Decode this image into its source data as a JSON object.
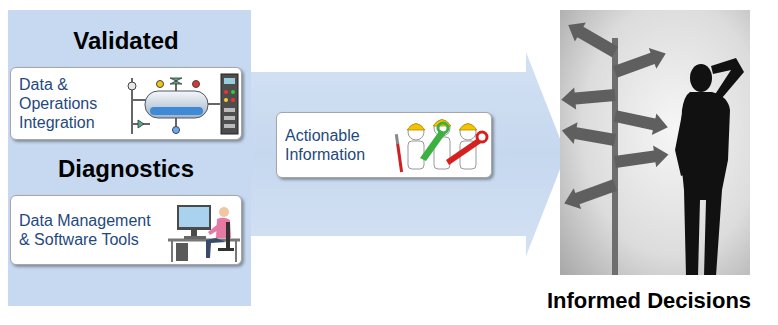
{
  "diagram": {
    "nodes": [
      {
        "text": [
          "Validated",
          "Data & Operations Integration"
        ]
      },
      {
        "text": [
          "Diagnostics",
          "Data Management & Software Tools"
        ]
      },
      {
        "text": [
          "Actionable Information"
        ]
      },
      {
        "text": [
          "Informed Decisions"
        ]
      }
    ]
  }
}
